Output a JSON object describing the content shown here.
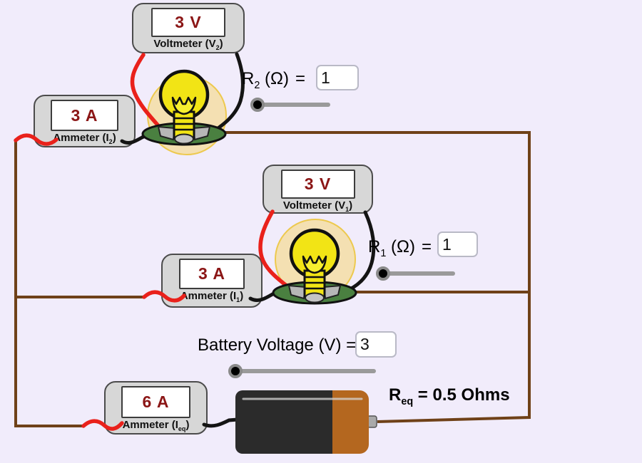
{
  "colors": {
    "background": "#f1ecfb",
    "meter_body": "#d7d7d7",
    "reading": "#8b1616",
    "input_border": "#b9b9c6",
    "slider_track": "#9a9a9a",
    "wire_brown": "#6f4118",
    "wire_red": "#e9211b",
    "wire_black": "#141414",
    "bulb_yellow": "#f2e415",
    "bulb_glow": "#f4e0b2",
    "glow_edge": "#edc94e",
    "bulb_base": "#4a8040",
    "battery_body": "#2b2b2b",
    "battery_copper": "#b4671f"
  },
  "meters": {
    "v2": {
      "reading": "3 V",
      "label_main": "Voltmeter (V",
      "label_sub": "2",
      "label_end": ")"
    },
    "i2": {
      "reading": "3 A",
      "label_main": "Ammeter (I",
      "label_sub": "2",
      "label_end": ")"
    },
    "v1": {
      "reading": "3 V",
      "label_main": "Voltmeter (V",
      "label_sub": "1",
      "label_end": ")"
    },
    "i1": {
      "reading": "3 A",
      "label_main": "Ammeter (I",
      "label_sub": "1",
      "label_end": ")"
    },
    "ieq": {
      "reading": "6 A",
      "label_main": "Ammeter (I",
      "label_sub": "eq",
      "label_end": ")"
    }
  },
  "controls": {
    "r2": {
      "label_main": "R",
      "label_sub": "2",
      "label_unit": " (Ω)",
      "label_eq": "=",
      "value": "1"
    },
    "r1": {
      "label_main": "R",
      "label_sub": "1",
      "label_unit": " (Ω)",
      "label_eq": "=",
      "value": "1"
    },
    "battery": {
      "label": "Battery Voltage (V) =",
      "value": "3"
    }
  },
  "result": {
    "label_main": "R",
    "label_sub": "eq",
    "label_end": " = 0.5 Ohms"
  }
}
